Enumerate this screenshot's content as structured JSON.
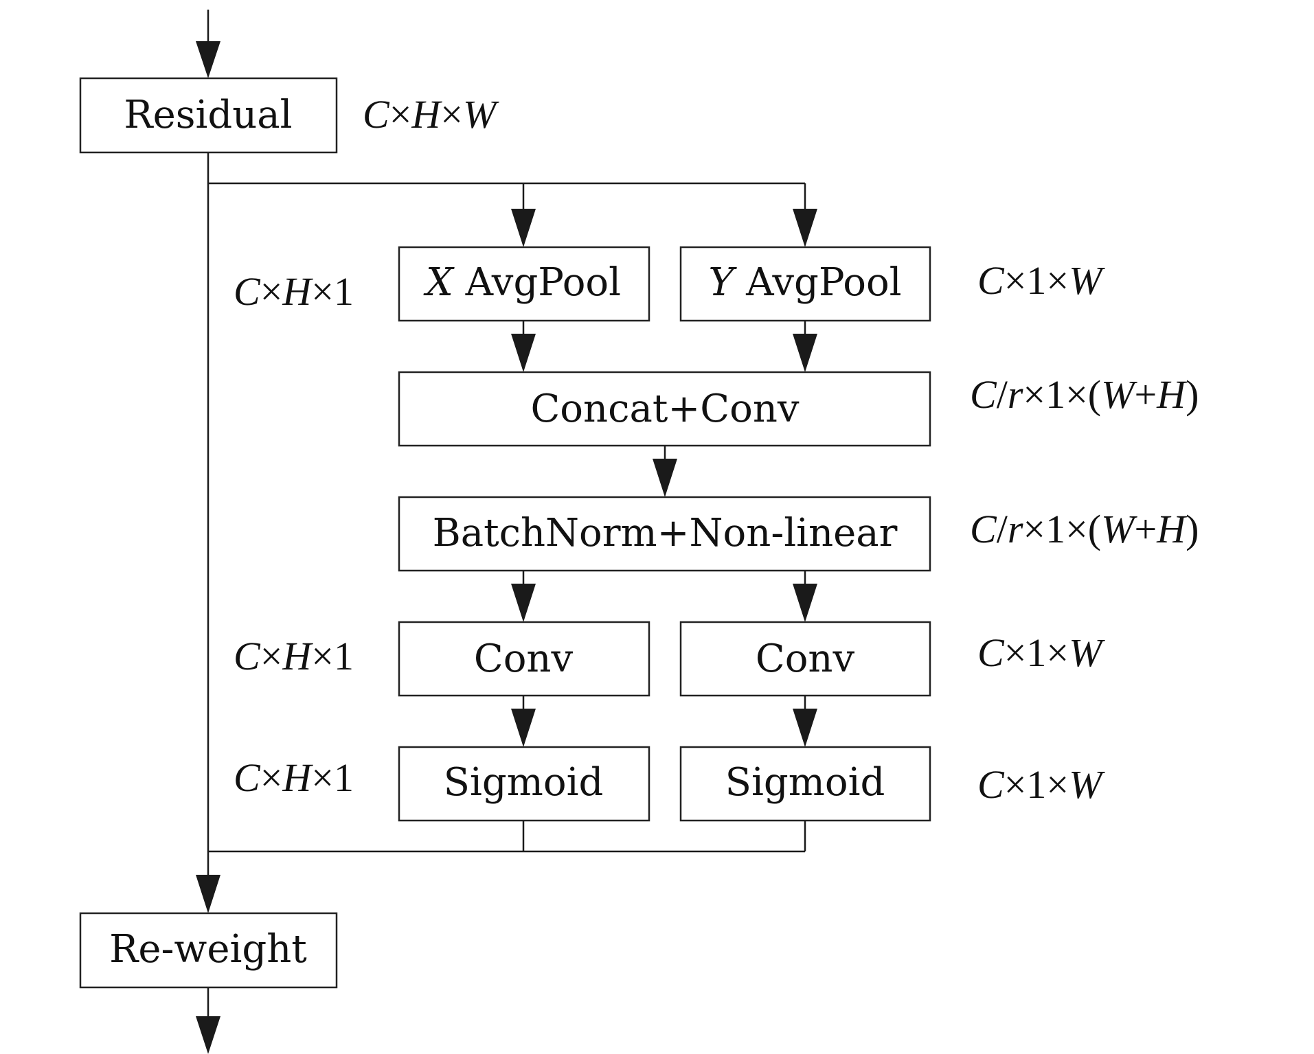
{
  "nodes": {
    "residual": "Residual",
    "x_pool_var": "X",
    "x_pool": " AvgPool",
    "y_pool_var": "Y",
    "y_pool": " AvgPool",
    "concat": "Concat+Conv",
    "bn": "BatchNorm+Non-linear",
    "conv_left": "Conv",
    "conv_right": "Conv",
    "sig_left": "Sigmoid",
    "sig_right": "Sigmoid",
    "reweight": "Re-weight"
  },
  "dims": {
    "residual": [
      "C",
      "×",
      "H",
      "×",
      "W"
    ],
    "x_pool": [
      "C",
      "×",
      "H",
      "×1"
    ],
    "y_pool": [
      "C",
      "×1×",
      "W"
    ],
    "concat": [
      "C",
      "/",
      "r",
      "×1×(",
      "W",
      "+",
      "H",
      ")"
    ],
    "bn": [
      "C",
      "/",
      "r",
      "×1×(",
      "W",
      "+",
      "H",
      ")"
    ],
    "conv_left": [
      "C",
      "×",
      "H",
      "×1"
    ],
    "conv_right": [
      "C",
      "×1×",
      "W"
    ],
    "sig_left": [
      "C",
      "×",
      "H",
      "×1"
    ],
    "sig_right": [
      "C",
      "×1×",
      "W"
    ]
  }
}
